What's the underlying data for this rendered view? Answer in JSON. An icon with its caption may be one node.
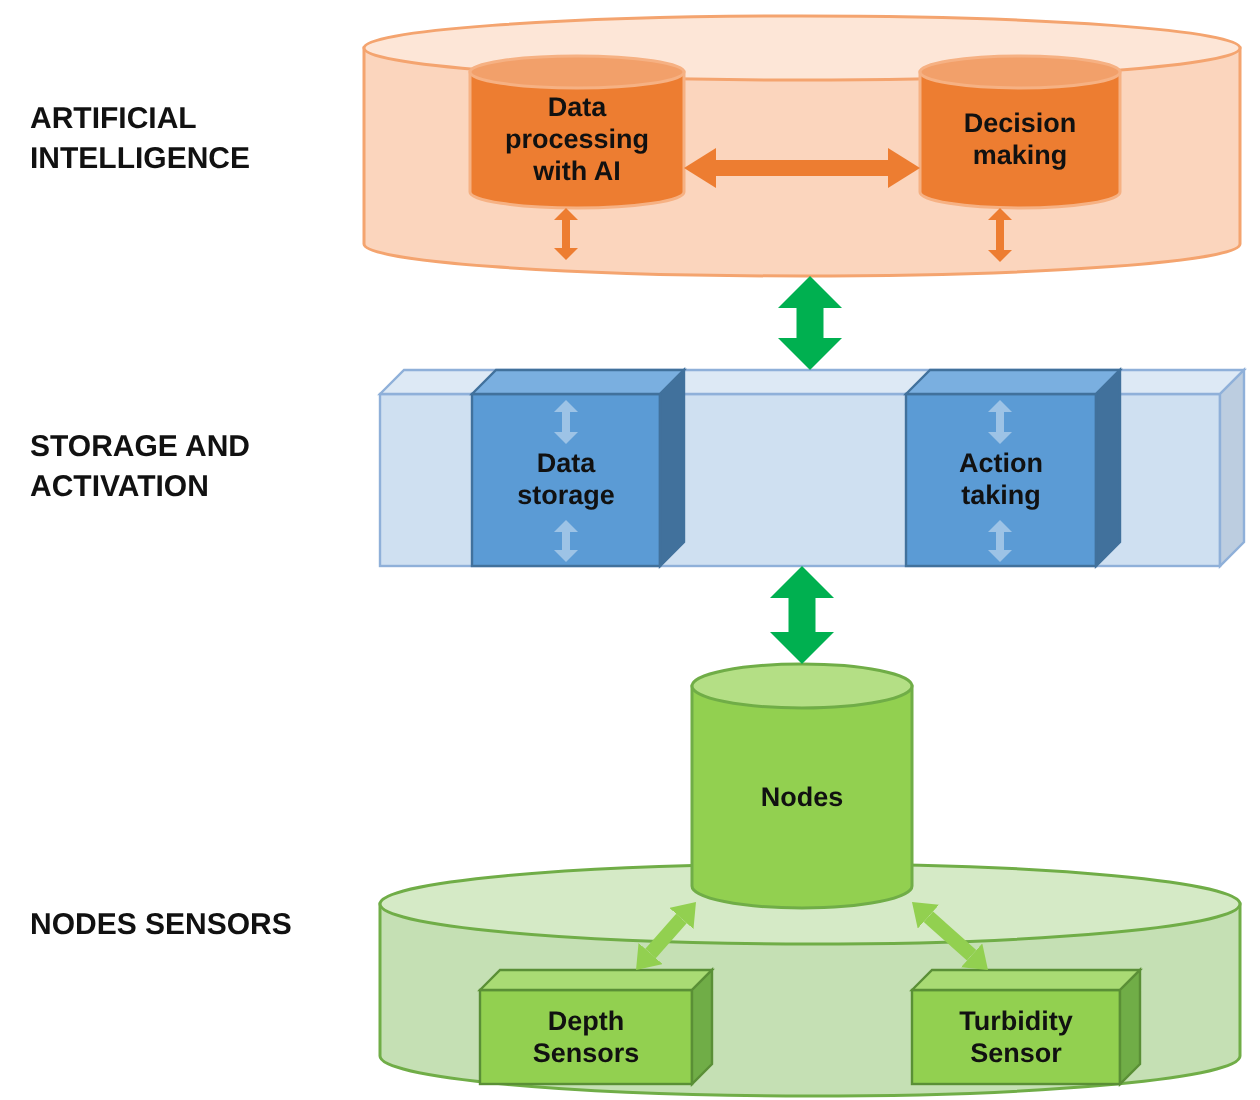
{
  "diagram": {
    "nodes": [
      {
        "text": [],
        "shape": "cylinder"
      },
      {
        "text": [
          "Data processing with AI"
        ],
        "in": 0
      },
      {
        "text": [
          "Decision making"
        ],
        "in": 0
      },
      {
        "text": [],
        "shape": "box"
      },
      {
        "text": [
          "Data storage"
        ],
        "in": 3
      },
      {
        "text": [
          "Action taking"
        ],
        "in": 3
      },
      {
        "text": [],
        "shape": "cylinder"
      },
      {
        "text": [
          "Nodes"
        ]
      },
      {
        "text": [
          "Depth Sensors"
        ],
        "in": 6
      },
      {
        "text": [
          "Turbidity Sensor"
        ],
        "in": 6
      }
    ],
    "edges": [
      {
        "from": 1,
        "to": 2,
        "arrow": "both"
      },
      {
        "from": 0,
        "to": 3,
        "arrow": "both",
        "style": "thick",
        "color": "#00b050"
      },
      {
        "from": 3,
        "to": 7,
        "arrow": "both",
        "style": "thick",
        "color": "#00b050"
      },
      {
        "from": 7,
        "to": 8,
        "arrow": "both",
        "color": "#92d050"
      },
      {
        "from": 7,
        "to": 9,
        "arrow": "both",
        "color": "#92d050"
      },
      {
        "from": 1,
        "to": 0,
        "arrow": "both"
      },
      {
        "from": 2,
        "to": 0,
        "arrow": "both"
      }
    ],
    "labels": [
      "ARTIFICIAL INTELLIGENCE",
      "STORAGE AND ACTIVATION",
      "NODES SENSORS"
    ]
  }
}
